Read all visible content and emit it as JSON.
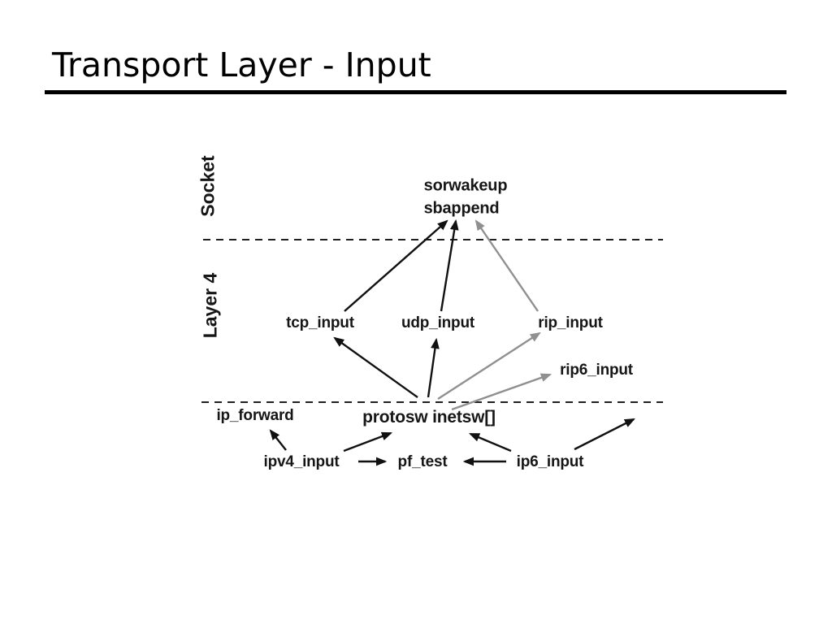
{
  "slide": {
    "title": "Transport Layer - Input"
  },
  "layer_labels": {
    "socket": "Socket",
    "layer4": "Layer 4"
  },
  "nodes": {
    "sorwakeup": "sorwakeup",
    "sbappend": "sbappend",
    "tcp_input": "tcp_input",
    "udp_input": "udp_input",
    "rip_input": "rip_input",
    "rip6_input": "rip6_input",
    "ip_forward": "ip_forward",
    "protosw_inetsw": "protosw inetsw[]",
    "ipv4_input": "ipv4_input",
    "pf_test": "pf_test",
    "ip6_input": "ip6_input"
  },
  "colors": {
    "arrow_black": "#111111",
    "arrow_gray": "#909090"
  },
  "edges": [
    {
      "from": "tcp_input",
      "to": "sbappend",
      "color": "black"
    },
    {
      "from": "udp_input",
      "to": "sbappend",
      "color": "black"
    },
    {
      "from": "rip_input",
      "to": "sorwakeup",
      "color": "gray"
    },
    {
      "from": "protosw_inetsw",
      "to": "tcp_input",
      "color": "black"
    },
    {
      "from": "protosw_inetsw",
      "to": "udp_input",
      "color": "black"
    },
    {
      "from": "protosw_inetsw",
      "to": "rip_input",
      "color": "gray"
    },
    {
      "from": "protosw_inetsw",
      "to": "rip6_input",
      "color": "gray"
    },
    {
      "from": "ipv4_input",
      "to": "ip_forward",
      "color": "black"
    },
    {
      "from": "ipv4_input",
      "to": "pf_test",
      "color": "black"
    },
    {
      "from": "ipv4_input",
      "to": "protosw_inetsw",
      "color": "black"
    },
    {
      "from": "ip6_input",
      "to": "pf_test",
      "color": "black"
    },
    {
      "from": "ip6_input",
      "to": "protosw_inetsw",
      "color": "black"
    },
    {
      "from": "ip6_input",
      "to": "rip6_input",
      "color": "black"
    }
  ]
}
